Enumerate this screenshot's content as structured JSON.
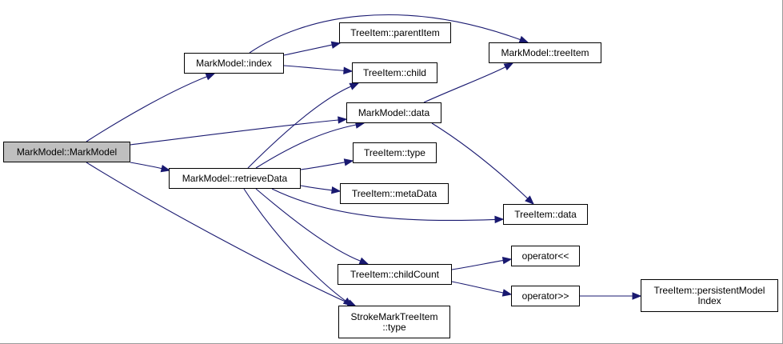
{
  "colors": {
    "edge": "#191970",
    "root_fill": "#bfbfbf",
    "node_fill": "#ffffff",
    "node_border": "#000000"
  },
  "nodes": {
    "markmodel_ctor": {
      "lines": [
        "MarkModel::MarkModel"
      ]
    },
    "markmodel_index": {
      "lines": [
        "MarkModel::index"
      ]
    },
    "markmodel_retrievedata": {
      "lines": [
        "MarkModel::retrieveData"
      ]
    },
    "treeitem_parentitem": {
      "lines": [
        "TreeItem::parentItem"
      ]
    },
    "treeitem_child": {
      "lines": [
        "TreeItem::child"
      ]
    },
    "markmodel_data": {
      "lines": [
        "MarkModel::data"
      ]
    },
    "treeitem_type": {
      "lines": [
        "TreeItem::type"
      ]
    },
    "treeitem_metadata": {
      "lines": [
        "TreeItem::metaData"
      ]
    },
    "treeitem_childcount": {
      "lines": [
        "TreeItem::childCount"
      ]
    },
    "strokemarktreeitem_type": {
      "lines": [
        "StrokeMarkTreeItem",
        "::type"
      ]
    },
    "markmodel_treeitem": {
      "lines": [
        "MarkModel::treeItem"
      ]
    },
    "treeitem_data": {
      "lines": [
        "TreeItem::data"
      ]
    },
    "operator_shl": {
      "lines": [
        "operator<<"
      ]
    },
    "operator_shr": {
      "lines": [
        "operator>>"
      ]
    },
    "treeitem_persistentmodelindex": {
      "lines": [
        "TreeItem::persistentModel",
        "Index"
      ]
    }
  },
  "edges": [
    [
      "markmodel_ctor",
      "markmodel_index"
    ],
    [
      "markmodel_ctor",
      "markmodel_data"
    ],
    [
      "markmodel_ctor",
      "markmodel_retrievedata"
    ],
    [
      "markmodel_ctor",
      "strokemarktreeitem_type"
    ],
    [
      "markmodel_index",
      "treeitem_parentitem"
    ],
    [
      "markmodel_index",
      "treeitem_child"
    ],
    [
      "markmodel_index",
      "markmodel_treeitem"
    ],
    [
      "markmodel_retrievedata",
      "treeitem_child"
    ],
    [
      "markmodel_retrievedata",
      "markmodel_data"
    ],
    [
      "markmodel_retrievedata",
      "treeitem_type"
    ],
    [
      "markmodel_retrievedata",
      "treeitem_metadata"
    ],
    [
      "markmodel_retrievedata",
      "treeitem_data"
    ],
    [
      "markmodel_retrievedata",
      "treeitem_childcount"
    ],
    [
      "markmodel_retrievedata",
      "strokemarktreeitem_type"
    ],
    [
      "markmodel_data",
      "markmodel_treeitem"
    ],
    [
      "markmodel_data",
      "treeitem_data"
    ],
    [
      "treeitem_childcount",
      "operator_shl"
    ],
    [
      "treeitem_childcount",
      "operator_shr"
    ],
    [
      "operator_shr",
      "treeitem_persistentmodelindex"
    ]
  ]
}
